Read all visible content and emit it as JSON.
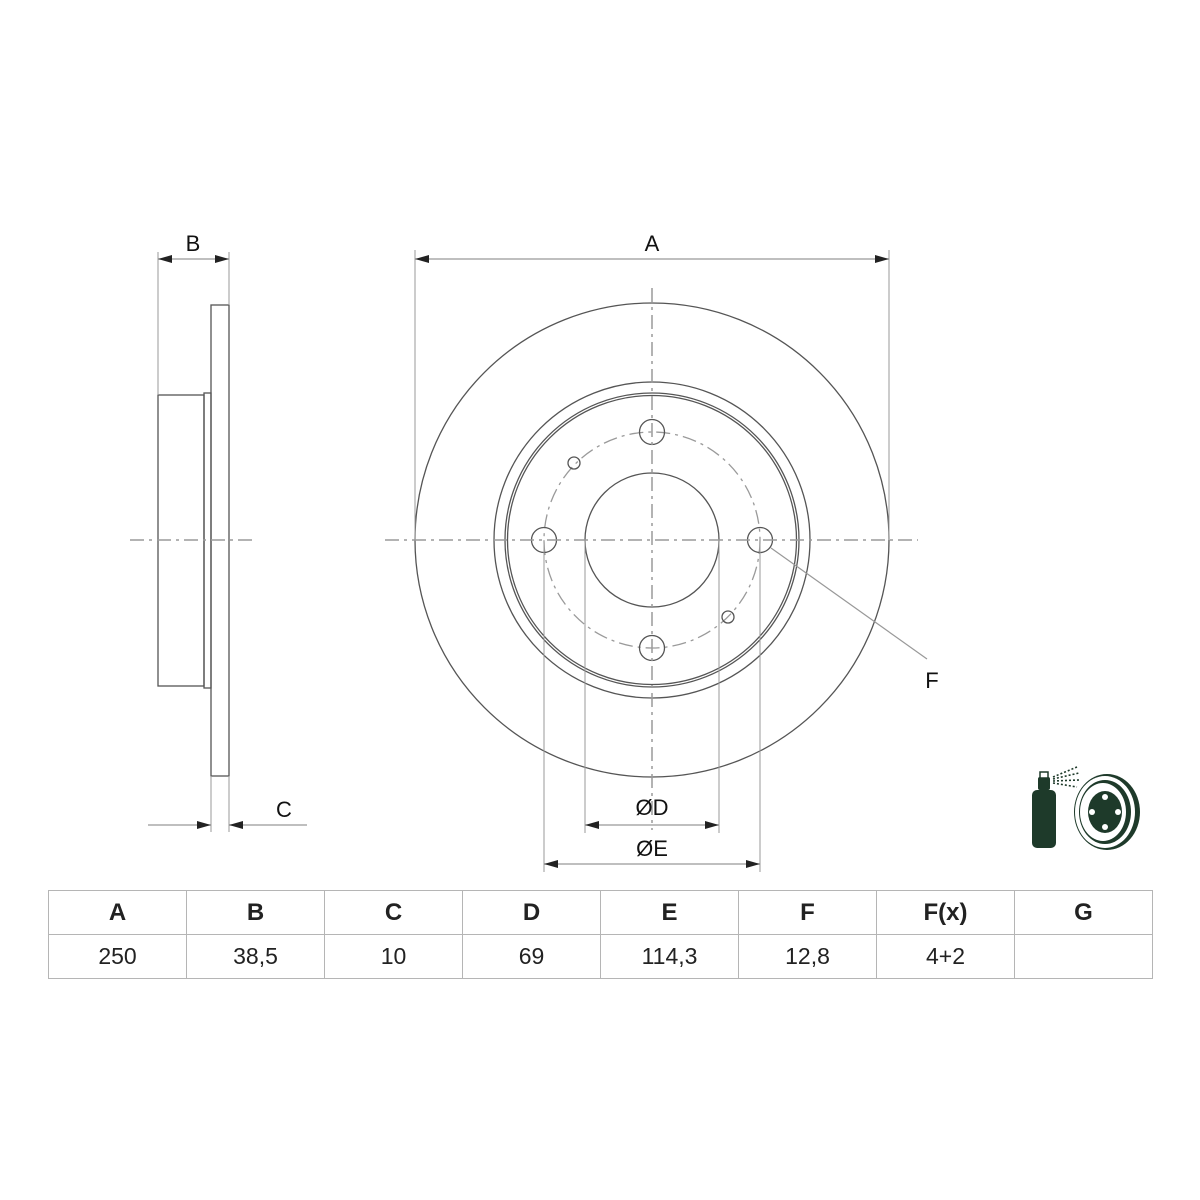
{
  "drawing": {
    "labels": {
      "A": "A",
      "B": "B",
      "C": "C",
      "D": "ØD",
      "E": "ØE",
      "F": "F"
    }
  },
  "table": {
    "headers": [
      "A",
      "B",
      "C",
      "D",
      "E",
      "F",
      "F(x)",
      "G"
    ],
    "values": [
      "250",
      "38,5",
      "10",
      "69",
      "114,3",
      "12,8",
      "4+2",
      ""
    ]
  },
  "icons": {
    "coating": "spray-coated-disc-icon"
  },
  "colors": {
    "line": "#555555",
    "centerline": "#9a9a9a",
    "icon": "#1e3a2a",
    "table_border": "#b5b5b5"
  }
}
